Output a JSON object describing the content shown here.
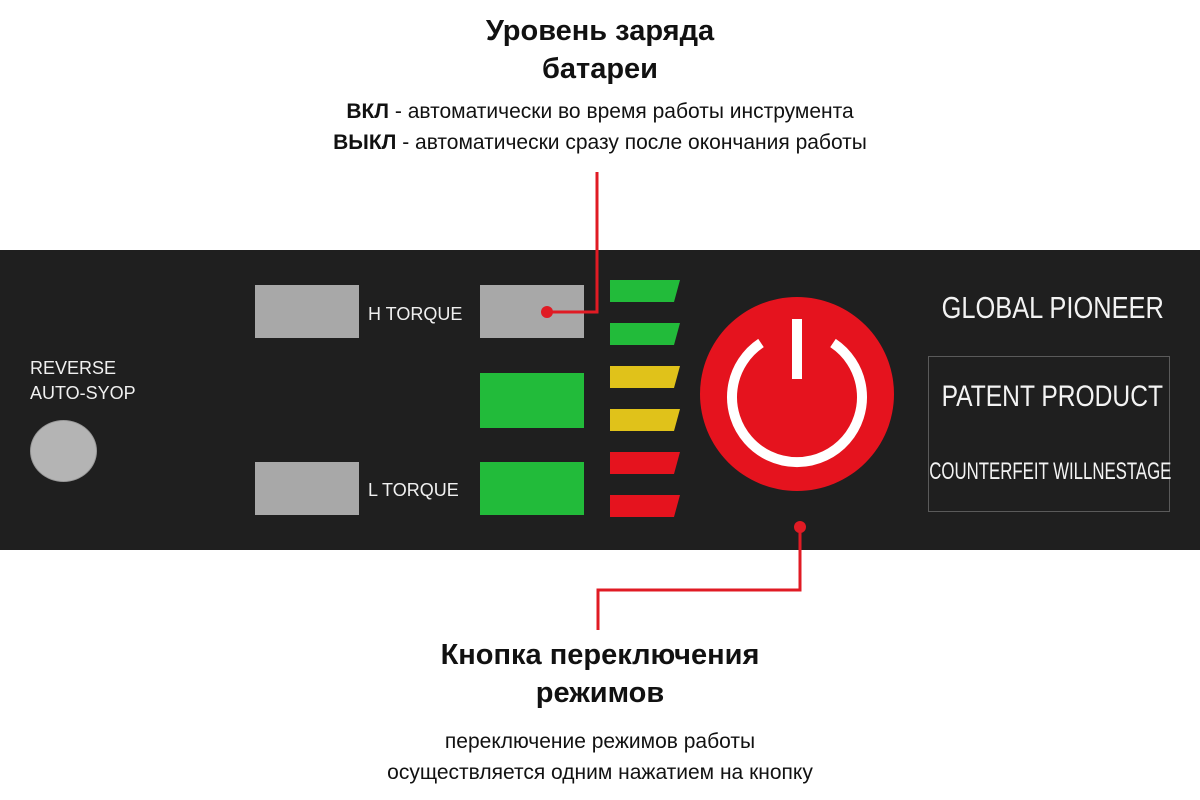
{
  "callouts": {
    "battery": {
      "title_line1": "Уровень заряда",
      "title_line2": "батареи",
      "on_term": "ВКЛ",
      "on_text": " - автоматически во время работы инструмента",
      "off_term": "ВЫКЛ",
      "off_text": " - автоматически сразу после окончания работы"
    },
    "mode_button": {
      "title_line1": "Кнопка переключения",
      "title_line2": "режимов",
      "desc_line1": "переключение режимов работы",
      "desc_line2": "осуществляется одним нажатием на кнопку"
    }
  },
  "panel": {
    "reverse_label_line1": "REVERSE",
    "reverse_label_line2": "AUTO-SYOP",
    "h_torque_label": "H TORQUE",
    "l_torque_label": "L TORQUE",
    "battery_leds": [
      {
        "color": "#22bb3a",
        "state": "green"
      },
      {
        "color": "#22bb3a",
        "state": "green"
      },
      {
        "color": "#e0c21a",
        "state": "yellow"
      },
      {
        "color": "#e0c21a",
        "state": "yellow"
      },
      {
        "color": "#e5131e",
        "state": "red"
      },
      {
        "color": "#e5131e",
        "state": "red"
      }
    ],
    "power_icon": "power-icon",
    "brand_line1": "GLOBAL PIONEER",
    "brand_line2": "PATENT PRODUCT",
    "brand_line3": "COUNTERFEIT WILLNESTAGE"
  },
  "colors": {
    "panel_bg": "#1f1f1f",
    "accent_red": "#e01b24",
    "pad_grey": "#a8a8a8",
    "pad_green": "#22bb3a"
  }
}
